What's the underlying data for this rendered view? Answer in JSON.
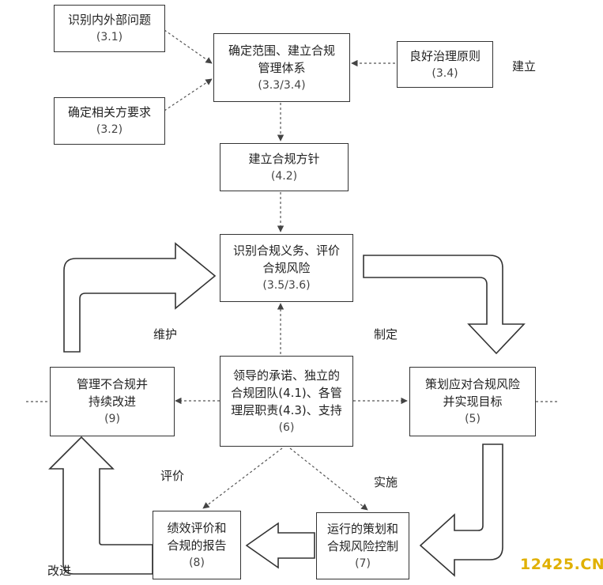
{
  "boxes": {
    "b31": {
      "title": "识别内外部问题",
      "num": "(3.1)"
    },
    "b32": {
      "title": "确定相关方要求",
      "num": "(3.2)"
    },
    "b33": {
      "line1": "确定范围、建立合规",
      "line2": "管理体系",
      "num": "(3.3/3.4)"
    },
    "b34": {
      "title": "良好治理原则",
      "num": "(3.4)"
    },
    "b42": {
      "title": "建立合规方针",
      "num": "(4.2)"
    },
    "b35": {
      "line1": "识别合规义务、评价",
      "line2": "合规风险",
      "num": "(3.5/3.6)"
    },
    "b6": {
      "line1": "领导的承诺、独立的",
      "line2": "合规团队(4.1)、各管",
      "line3": "理层职责(4.3)、支持",
      "num": "(6)"
    },
    "b9": {
      "line1": "管理不合规并",
      "line2": "持续改进",
      "num": "(9)"
    },
    "b5": {
      "line1": "策划应对合规风险",
      "line2": "并实现目标",
      "num": "(5)"
    },
    "b8": {
      "line1": "绩效评价和",
      "line2": "合规的报告",
      "num": "(8)"
    },
    "b7": {
      "line1": "运行的策划和",
      "line2": "合规风险控制",
      "num": "(7)"
    }
  },
  "labels": {
    "establish": "建立",
    "maintain": "维护",
    "formulate": "制定",
    "evaluate": "评价",
    "implement": "实施",
    "improve": "改进"
  },
  "watermark": "12425.CN",
  "colors": {
    "line": "#333333",
    "dashed": "#555555",
    "watermark": "#e0b000"
  }
}
